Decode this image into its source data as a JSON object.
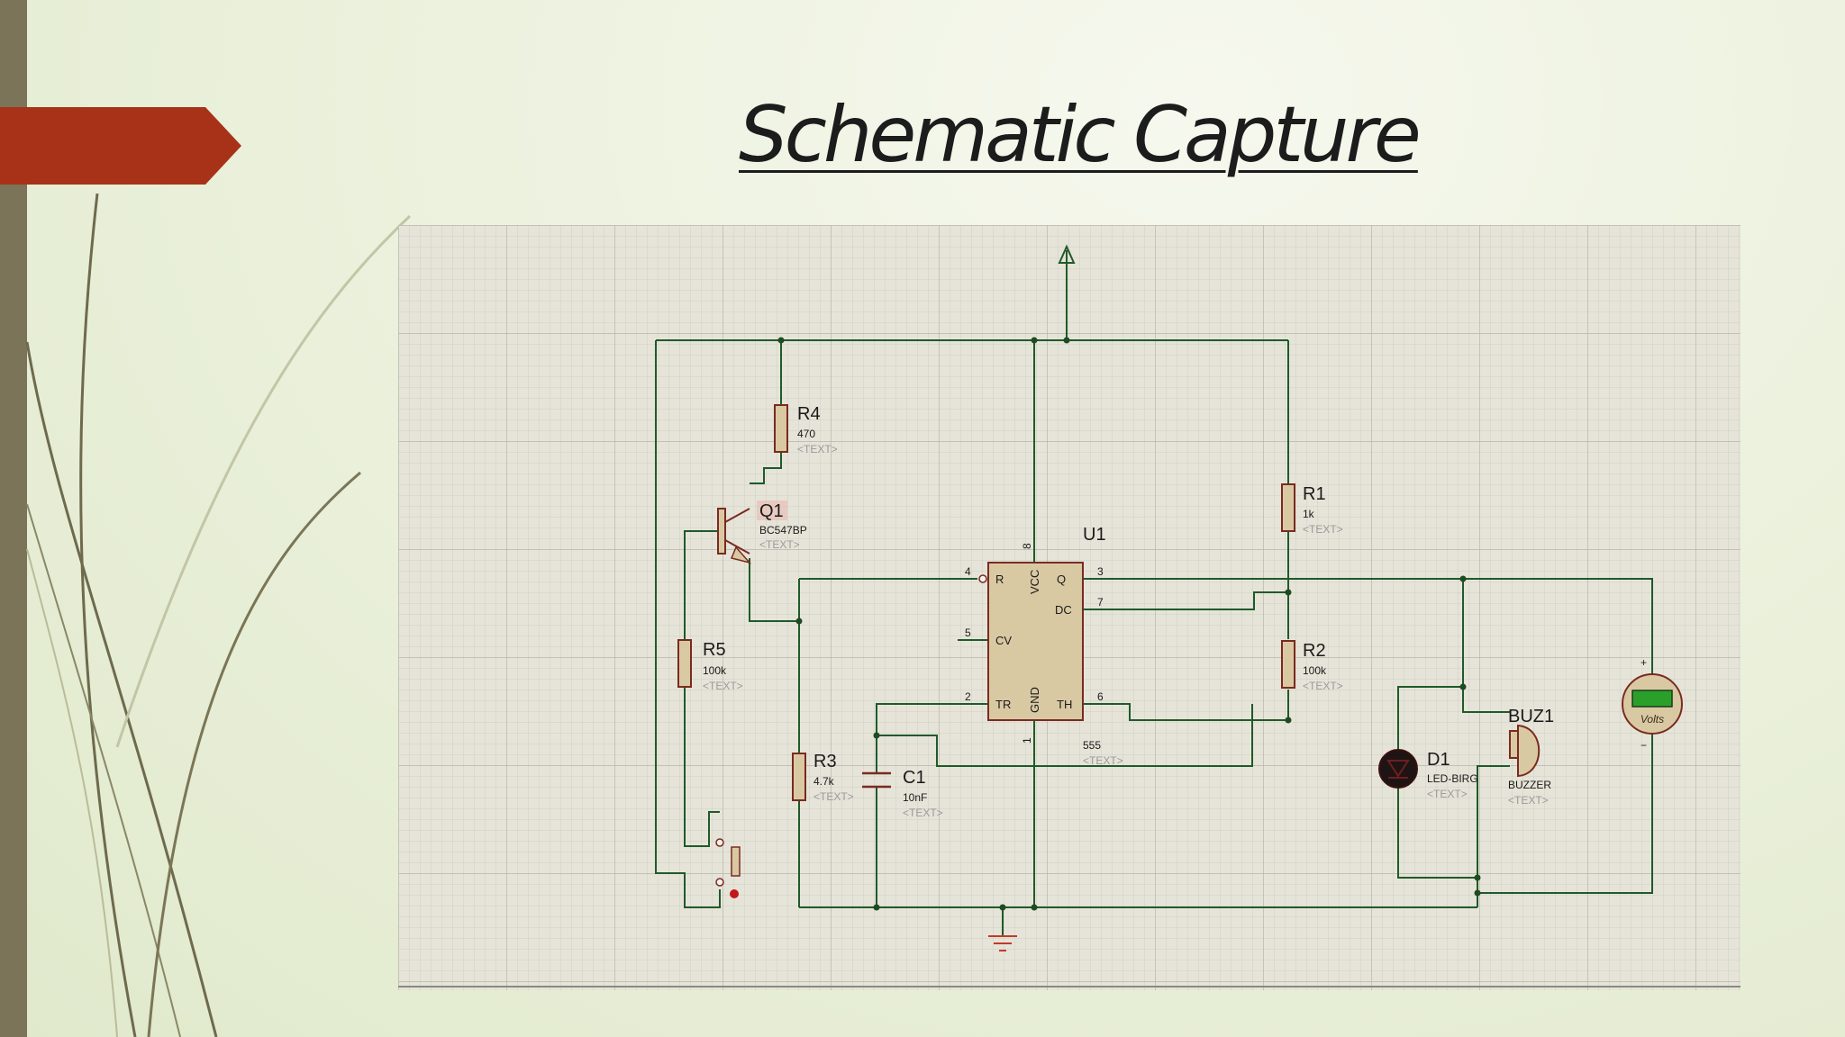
{
  "slide": {
    "title": "Schematic Capture",
    "accent_color": "#a83218",
    "sidebar_color": "#7b7458"
  },
  "schematic": {
    "grid_color": "#c8c8c0",
    "wire_color": "#1f5a2a",
    "components": {
      "r4": {
        "ref": "R4",
        "value": "470",
        "placeholder": "<TEXT>"
      },
      "q1": {
        "ref": "Q1",
        "value": "BC547BP",
        "placeholder": "<TEXT>"
      },
      "r5": {
        "ref": "R5",
        "value": "100k",
        "placeholder": "<TEXT>"
      },
      "r3": {
        "ref": "R3",
        "value": "4.7k",
        "placeholder": "<TEXT>"
      },
      "c1": {
        "ref": "C1",
        "value": "10nF",
        "placeholder": "<TEXT>"
      },
      "u1": {
        "ref": "U1",
        "value": "555",
        "placeholder": "<TEXT>"
      },
      "r1": {
        "ref": "R1",
        "value": "1k",
        "placeholder": "<TEXT>"
      },
      "r2": {
        "ref": "R2",
        "value": "100k",
        "placeholder": "<TEXT>"
      },
      "d1": {
        "ref": "D1",
        "value": "LED-BIRG",
        "placeholder": "<TEXT>"
      },
      "buz1": {
        "ref": "BUZ1",
        "value": "BUZZER",
        "placeholder": "<TEXT>"
      },
      "voltmeter": {
        "label": "Volts",
        "plus": "+",
        "minus": "−"
      }
    },
    "u1_pins": {
      "r": "R",
      "vcc": "VCC",
      "q": "Q",
      "dc": "DC",
      "cv": "CV",
      "tr": "TR",
      "gnd": "GND",
      "th": "TH",
      "n4": "4",
      "n8": "8",
      "n3": "3",
      "n7": "7",
      "n5": "5",
      "n2": "2",
      "n6": "6",
      "n1": "1"
    }
  }
}
